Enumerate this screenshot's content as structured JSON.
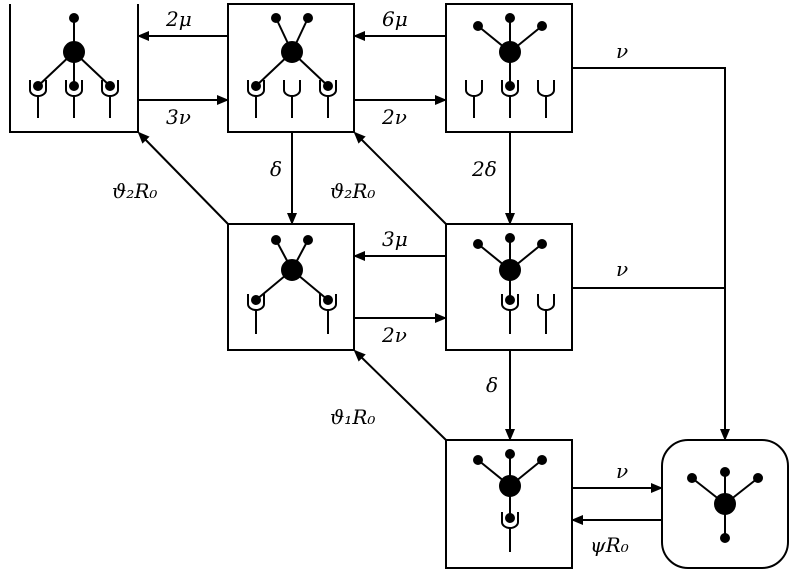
{
  "colors": {
    "stroke": "#000000",
    "background": "#ffffff"
  },
  "labels": {
    "l_2mu": "2μ",
    "l_6mu": "6μ",
    "l_3nu": "3ν",
    "l_2nu_top": "2ν",
    "l_nu_top": "ν",
    "l_delta1": "δ",
    "l_2delta": "2δ",
    "l_th2R0_left": "ϑ₂R₀",
    "l_th2R0_mid": "ϑ₂R₀",
    "l_3mu": "3μ",
    "l_nu_mid": "ν",
    "l_2nu_mid": "2ν",
    "l_delta2": "δ",
    "l_th1R0": "ϑ₁R₀",
    "l_nu_bot": "ν",
    "l_psiR0": "ψR₀"
  }
}
